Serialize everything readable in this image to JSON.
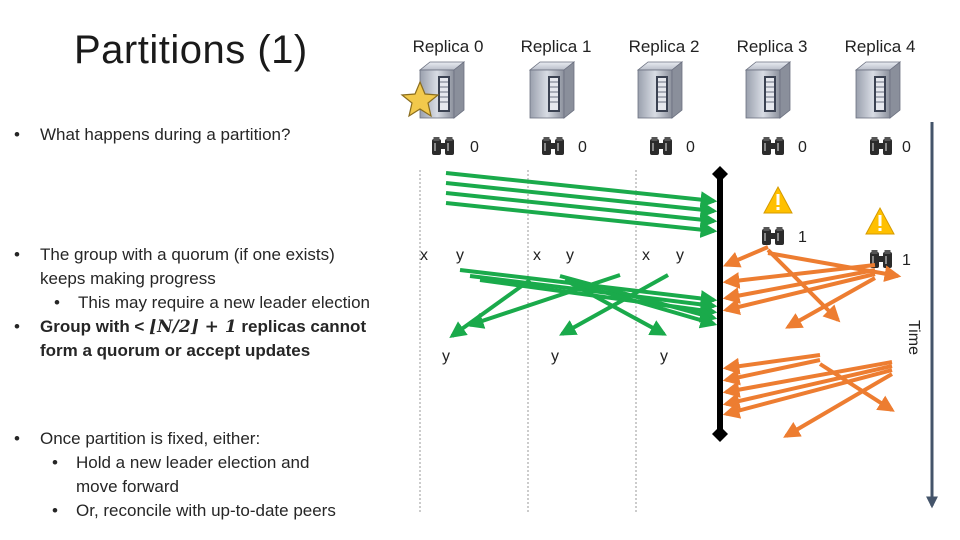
{
  "title": "Partitions (1)",
  "bullets": {
    "b1": "What happens during a partition?",
    "b2": "The group with a quorum (if one exists) keeps making progress",
    "b2_line1": "The group with a quorum (if one exists)",
    "b2_line2": "keeps making progress",
    "b2_sub": "This may require a new leader election",
    "b3_line1_pre": "Group with < ",
    "b3_formula": "⌊N/2⌋ + 1",
    "b3_line1_post": " replicas cannot",
    "b3_line2": "form a quorum or accept updates",
    "b4": "Once partition is fixed, either:",
    "b4_sub1_line1": "Hold a new leader election and",
    "b4_sub1_line2": "move forward",
    "b4_sub2": "Or, reconcile with up-to-date peers"
  },
  "bullet_char": "•",
  "replicas": [
    {
      "label": "Replica 0",
      "term": "0",
      "leader": true
    },
    {
      "label": "Replica 1",
      "term": "0",
      "leader": false
    },
    {
      "label": "Replica 2",
      "term": "0",
      "leader": false
    },
    {
      "label": "Replica 3",
      "term": "0",
      "new_term": "1",
      "warning": true
    },
    {
      "label": "Replica 4",
      "term": "0",
      "new_term": "1",
      "warning": true
    }
  ],
  "log_marks": {
    "x": "x",
    "y": "y"
  },
  "axis": {
    "label": "Time"
  },
  "colors": {
    "green": "#1aaa4b",
    "orange": "#ed7d31",
    "partition": "#000000",
    "timeline": "#44546a",
    "warning": "#ffc000",
    "star": "#f2c94c"
  },
  "icons": [
    "server-icon",
    "star-icon",
    "binoculars-icon",
    "warning-icon"
  ]
}
